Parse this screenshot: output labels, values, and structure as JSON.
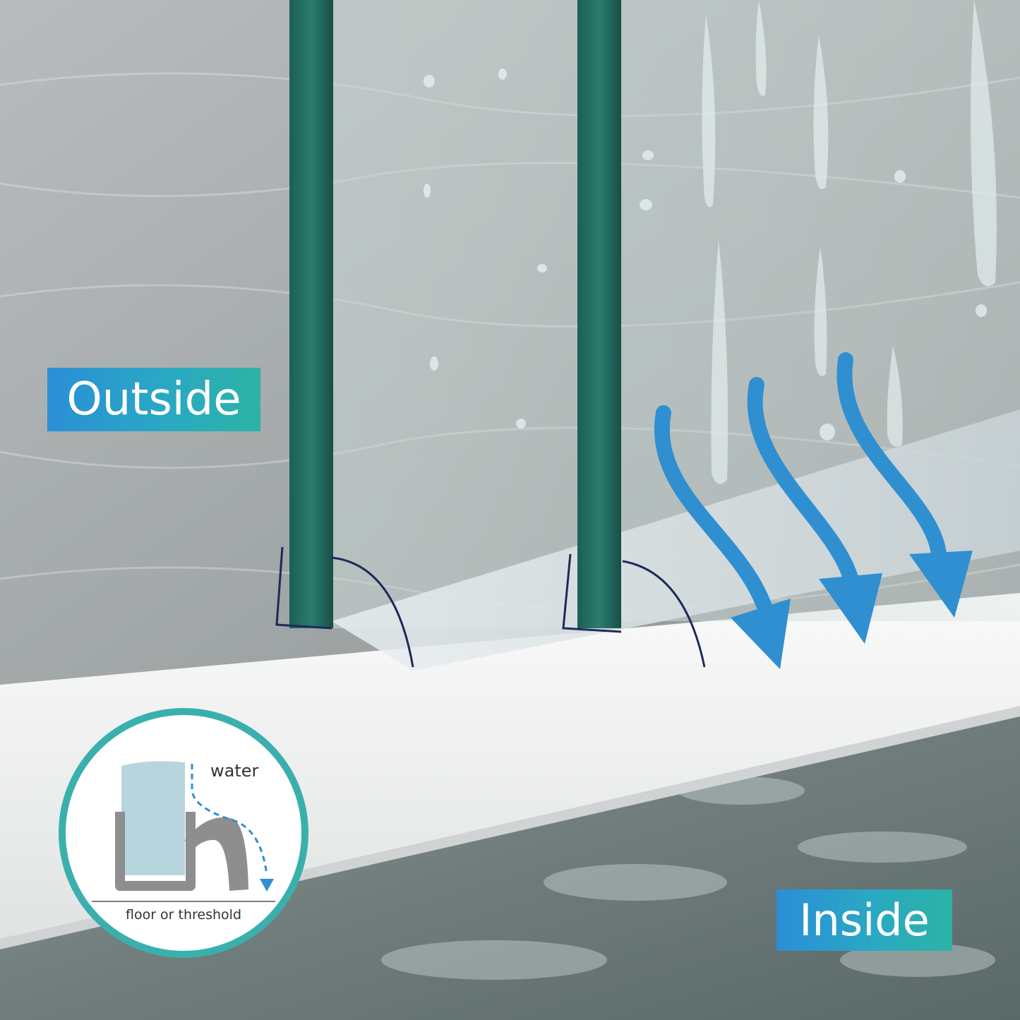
{
  "labels": {
    "outside": "Outside",
    "inside": "Inside"
  },
  "diagram": {
    "water_label": "water",
    "floor_label": "floor or threshold"
  },
  "colors": {
    "arrow_blue": "#2f8fd1",
    "label_gradient_start": "#2b8fd6",
    "label_gradient_end": "#2cb3a5",
    "glass_edge_green": "#1f6e62",
    "seal_outline": "#1d2a5a",
    "diagram_ring": "#3ab0ae",
    "diagram_glass": "#b7d5dc",
    "diagram_seal": "#8e8e8e",
    "diagram_arrow": "#2f8fd1"
  },
  "icons": {
    "flow_arrows": "curved-down-arrow-icon",
    "water_path": "dashed-arrow-icon"
  }
}
